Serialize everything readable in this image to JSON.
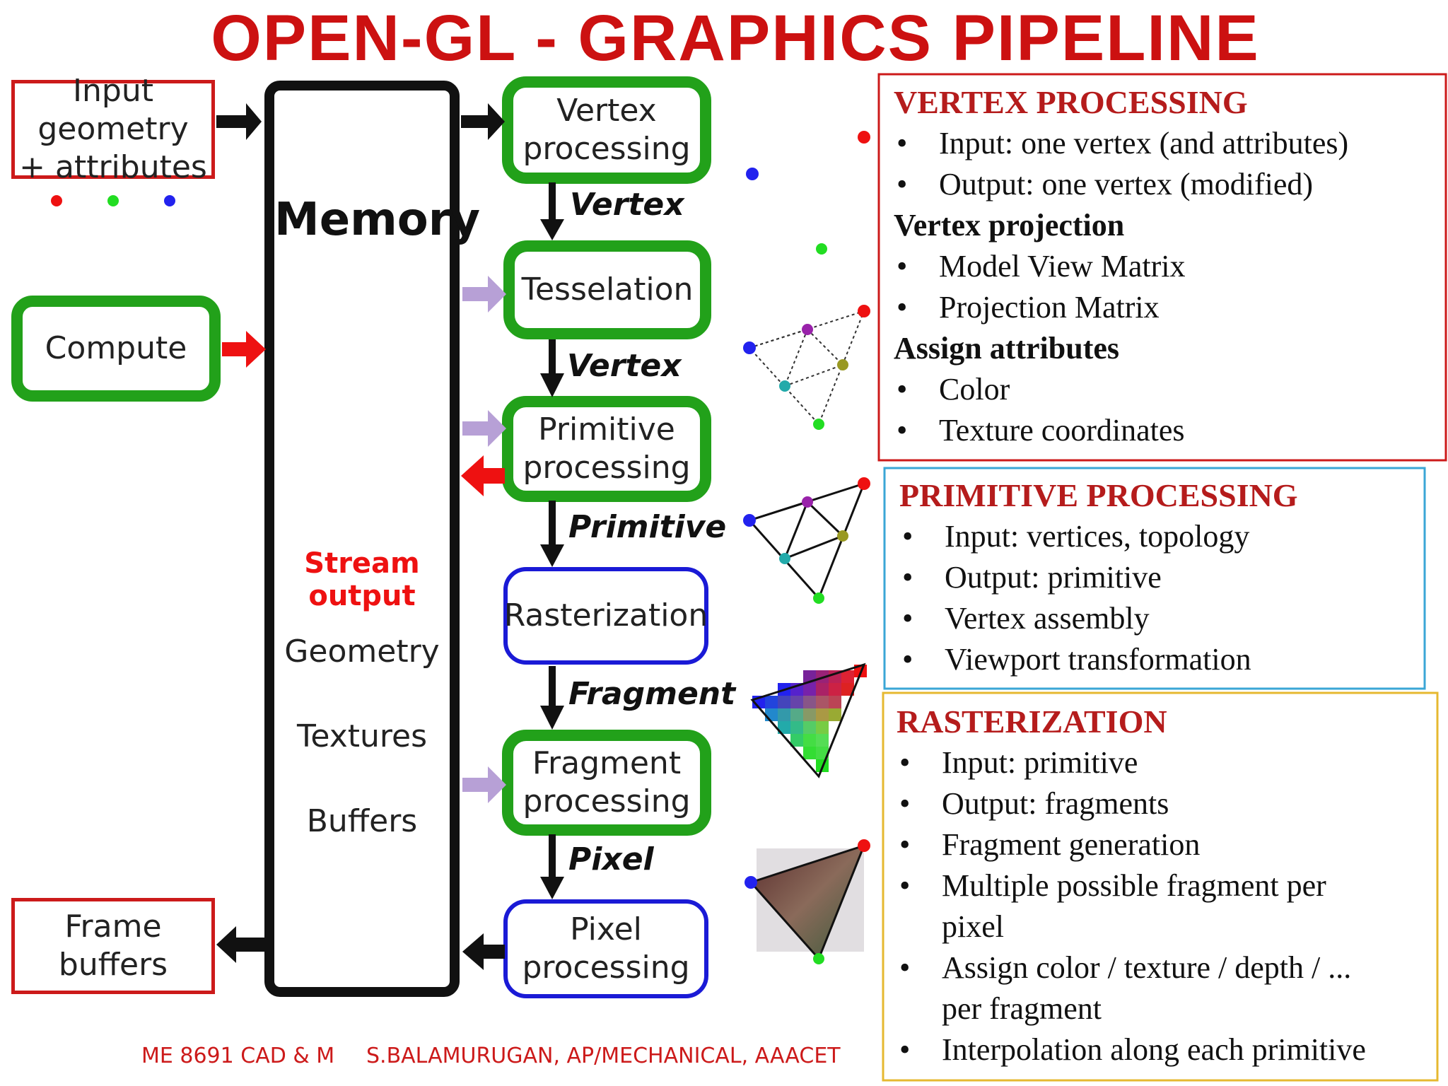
{
  "title": "OPEN-GL - GRAPHICS PIPELINE",
  "left_boxes": {
    "input_geometry": [
      "Input geometry",
      "+ attributes"
    ],
    "compute": "Compute",
    "frame_buffers": "Frame buffers"
  },
  "memory": {
    "title": "Memory",
    "stream_output": "Stream output",
    "items": [
      "Geometry",
      "Textures",
      "Buffers"
    ]
  },
  "stages": [
    {
      "lines": [
        "Vertex",
        "processing"
      ],
      "style": "green"
    },
    {
      "lines": [
        "Tesselation"
      ],
      "style": "green"
    },
    {
      "lines": [
        "Primitive",
        "processing"
      ],
      "style": "green"
    },
    {
      "lines": [
        "Rasterization"
      ],
      "style": "blue"
    },
    {
      "lines": [
        "Fragment",
        "processing"
      ],
      "style": "green"
    },
    {
      "lines": [
        "Pixel",
        "processing"
      ],
      "style": "blue"
    }
  ],
  "flow_labels": [
    "Vertex",
    "Vertex",
    "Primitive",
    "Fragment",
    "Pixel"
  ],
  "panels": {
    "vertex": {
      "heading": "VERTEX PROCESSING",
      "items": [
        "Input: one vertex (and attributes)",
        "Output: one vertex (modified)"
      ],
      "sub1": "Vertex projection",
      "items2": [
        "Model View Matrix",
        "Projection Matrix"
      ],
      "sub2": "Assign attributes",
      "items3": [
        "Color",
        "Texture coordinates"
      ]
    },
    "primitive": {
      "heading": "PRIMITIVE PROCESSING",
      "items": [
        "Input: vertices, topology",
        "Output: primitive",
        "Vertex assembly",
        "Viewport transformation"
      ]
    },
    "rasterization": {
      "heading": "RASTERIZATION",
      "items": [
        "Input: primitive",
        "Output: fragments",
        "Fragment generation",
        "Multiple possible fragment per pixel",
        "Assign color / texture / depth / ... per fragment",
        "Interpolation along each primitive"
      ]
    }
  },
  "bullet": "•",
  "footer": {
    "course": "ME 8691 CAD & M",
    "author": "S.BALAMURUGAN, AP/MECHANICAL, AAACET"
  },
  "colors": {
    "title_red": "#cc1111",
    "green": "#22a11a",
    "blue": "#1a1ad6",
    "lavender_arrow": "#b7a0d6",
    "panel_red": "#cc1a1a",
    "panel_cyan": "#3aa6d6",
    "panel_gold": "#e6b830"
  }
}
